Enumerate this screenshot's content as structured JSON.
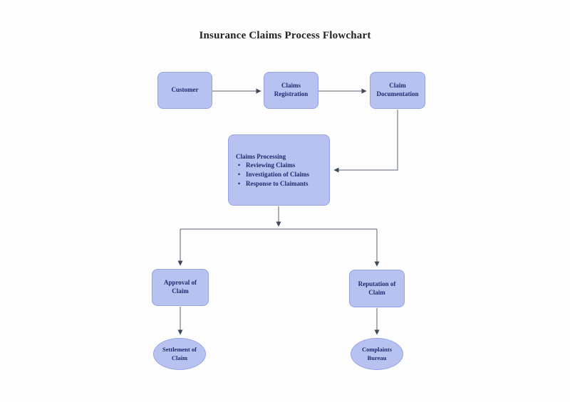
{
  "title": "Insurance Claims Process Flowchart",
  "nodes": {
    "customer": {
      "label": "Customer"
    },
    "claims_registration": {
      "label": "Claims Registration"
    },
    "claim_documentation": {
      "label": "Claim Documentation"
    },
    "claims_processing": {
      "title": "Claims Processing",
      "bullets": [
        "Reviewing Claims",
        "Investigation of Claims",
        "Response to Claimants"
      ]
    },
    "approval_of_claim": {
      "label": "Approval of Claim"
    },
    "reputation_of_claim": {
      "label": "Reputation of Claim"
    },
    "settlement_of_claim": {
      "label": "Settlement of Claim"
    },
    "complaints_bureau": {
      "label": "Complaints Bureau"
    }
  },
  "colors": {
    "canvas_bg": "#fdfdfd",
    "node_fill": "#b8c2f0",
    "node_border": "#95a3e4",
    "node_text": "#1f2a6e",
    "connector": "#5a6575",
    "arrowhead": "#3c4654",
    "title_text": "#222222"
  }
}
